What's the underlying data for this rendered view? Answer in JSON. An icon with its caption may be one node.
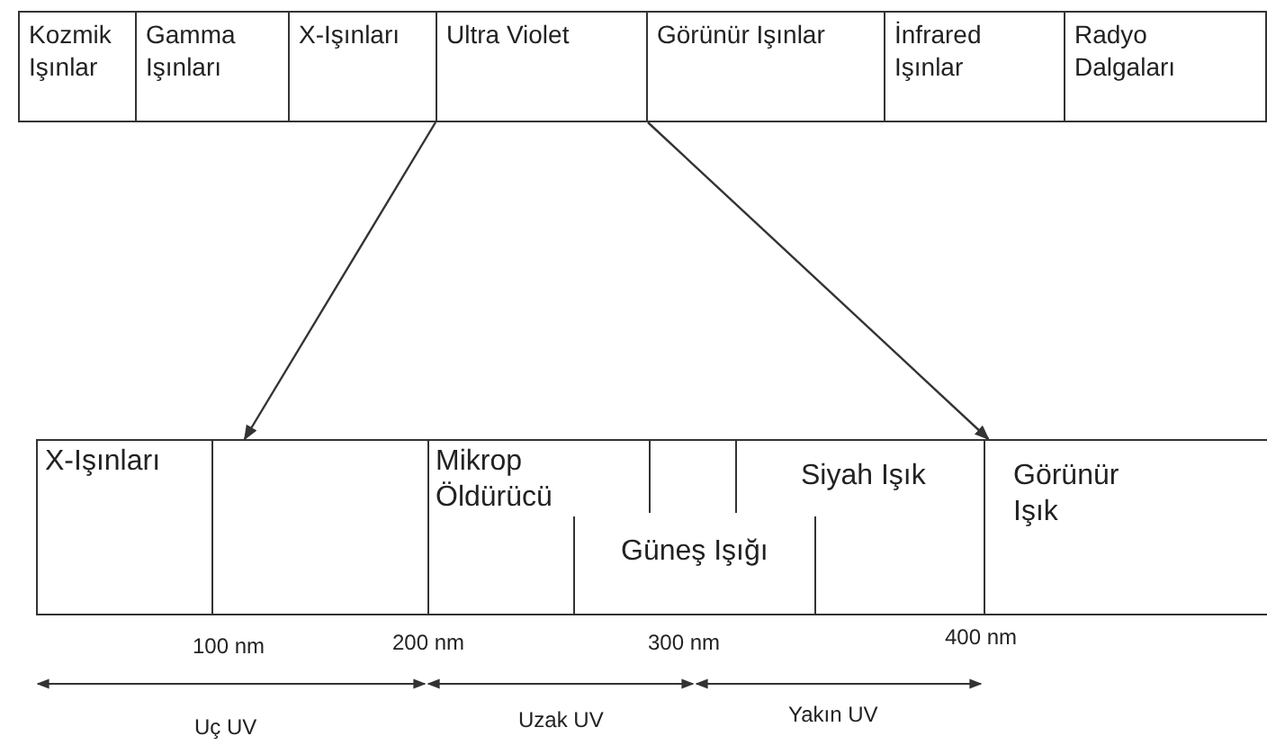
{
  "diagram": {
    "nodes": [
      {
        "text": [
          "Kozmik Işınlar"
        ]
      },
      {
        "text": [
          "Gamma Işınları"
        ]
      },
      {
        "text": [
          "X-Işınları"
        ]
      },
      {
        "text": [
          "Ultra Violet"
        ]
      },
      {
        "text": [
          "Görünür Işınlar"
        ]
      },
      {
        "text": [
          "İnfrared Işınlar"
        ]
      },
      {
        "text": [
          "Radyo Dalgaları"
        ]
      },
      {
        "text": [],
        "shape": "box"
      },
      {
        "text": [
          "X-Işınları"
        ],
        "in": 7
      },
      {
        "text": [
          "Mikrop Öldürücü"
        ],
        "in": 7
      },
      {
        "text": [
          "Güneş Işığı"
        ],
        "in": 7
      },
      {
        "text": [
          "Siyah Işık"
        ],
        "in": 7
      },
      {
        "text": [
          "Görünür Işık"
        ],
        "in": 7
      }
    ],
    "edges": [
      {
        "from": 3,
        "to": 7,
        "arrow": "to"
      },
      {
        "from": 3,
        "to": 7,
        "arrow": "to"
      }
    ],
    "labels": [
      "100 nm",
      "200 nm",
      "300 nm",
      "400 nm",
      "Uç UV",
      "Uzak UV",
      "Yakın UV"
    ]
  }
}
